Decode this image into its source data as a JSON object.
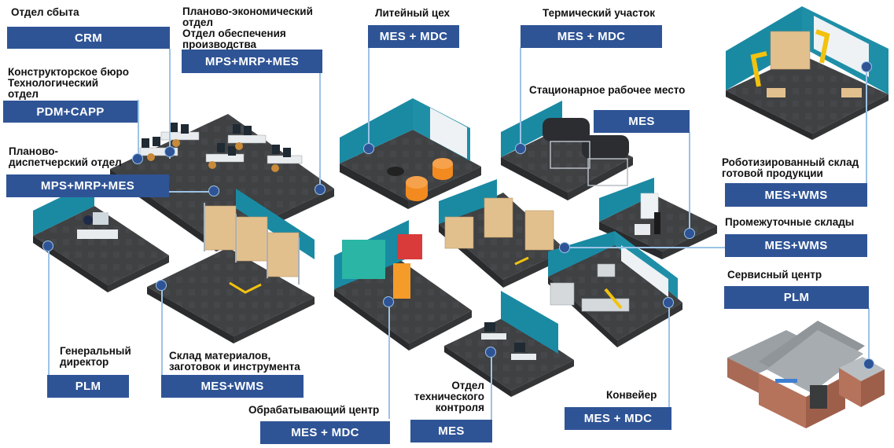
{
  "title": "Enterprise departments and information systems",
  "colors": {
    "tag_fill": "#2f5496",
    "tag_text": "#ffffff",
    "connector": "#9dc3e6",
    "wall": "#1a8aa3",
    "floor": "#3d3f41"
  },
  "nodes": [
    {
      "id": "sales",
      "caption": "Отдел сбыта",
      "system": "CRM"
    },
    {
      "id": "planning_economics",
      "caption": "Планово-экономический\nотдел\nОтдел обеспечения\nпроизводства",
      "system": "MPS+MRP+MES"
    },
    {
      "id": "design_bureau",
      "caption": "Конструкторское бюро\nТехнологический\nотдел",
      "system": "PDM+CAPP"
    },
    {
      "id": "dispatch",
      "caption": "Планово-\nдиспетчерский отдел",
      "system": "MPS+MRP+MES"
    },
    {
      "id": "foundry",
      "caption": "Литейный цех",
      "system": "MES + MDC"
    },
    {
      "id": "heat_treatment",
      "caption": "Термический участок",
      "system": "MES + MDC"
    },
    {
      "id": "stationary_workplace",
      "caption": "Стационарное рабочее место",
      "system": "MES"
    },
    {
      "id": "robotic_warehouse",
      "caption": "Роботизированный склад\nготовой продукции",
      "system": "MES+WMS"
    },
    {
      "id": "intermediate_warehouses",
      "caption": "Промежуточные склады",
      "system": "MES+WMS"
    },
    {
      "id": "service_center",
      "caption": "Сервисный центр",
      "system": "PLM"
    },
    {
      "id": "general_director",
      "caption": "Генеральный\nдиректор",
      "system": "PLM"
    },
    {
      "id": "materials_warehouse",
      "caption": "Склад материалов,\nзаготовок и инструмента",
      "system": "MES+WMS"
    },
    {
      "id": "machining_center",
      "caption": "Обрабатывающий центр",
      "system": "MES + MDC"
    },
    {
      "id": "quality_control",
      "caption": "Отдел\nтехнического\nконтроля",
      "system": "MES"
    },
    {
      "id": "conveyor",
      "caption": "Конвейер",
      "system": "MES + MDC"
    }
  ]
}
